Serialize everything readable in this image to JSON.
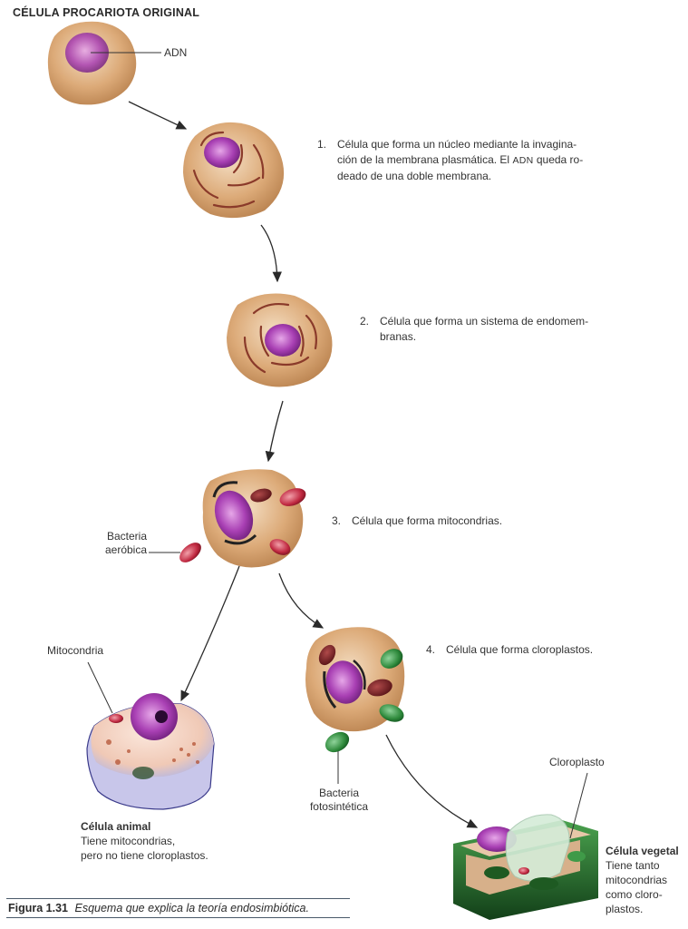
{
  "figure": {
    "title": "CÉLULA PROCARIOTA ORIGINAL",
    "labels": {
      "adn": "ADN",
      "bacteria_aerobica_1": "Bacteria",
      "bacteria_aerobica_2": "aeróbica",
      "mitocondria": "Mitocondria",
      "bacteria_fotosintetica_1": "Bacteria",
      "bacteria_fotosintetica_2": "fotosintética",
      "cloroplasto": "Cloroplasto"
    },
    "steps": [
      {
        "num": "1.",
        "text_a": "Célula que forma un núcleo mediante la invagina-",
        "text_b": "ción de la membrana plasmática. El ",
        "text_sc": "ADN",
        "text_c": " queda ro-",
        "text_d": "deado de una doble membrana."
      },
      {
        "num": "2.",
        "text_a": "Célula que forma un sistema de endomem-",
        "text_b": "branas."
      },
      {
        "num": "3.",
        "text_a": "Célula que forma mitocondrias."
      },
      {
        "num": "4.",
        "text_a": "Célula que forma cloroplastos."
      }
    ],
    "animal": {
      "title": "Célula animal",
      "line1": "Tiene mitocondrias,",
      "line2": "pero no tiene cloroplastos."
    },
    "plant": {
      "title": "Célula vegetal",
      "line1": "Tiene tanto",
      "line2": "mitocondrias",
      "line3": "como cloro-",
      "line4": "plastos."
    },
    "caption": {
      "label": "Figura 1.31",
      "text": "Esquema que explica la teoría endosimbiótica."
    },
    "colors": {
      "cytoplasm": "#d9a56e",
      "nucleus": "#b04ab8",
      "mitochondria": "#b8283c",
      "chloroplast": "#2f8a3c",
      "arrow": "#2a2a2a"
    }
  }
}
